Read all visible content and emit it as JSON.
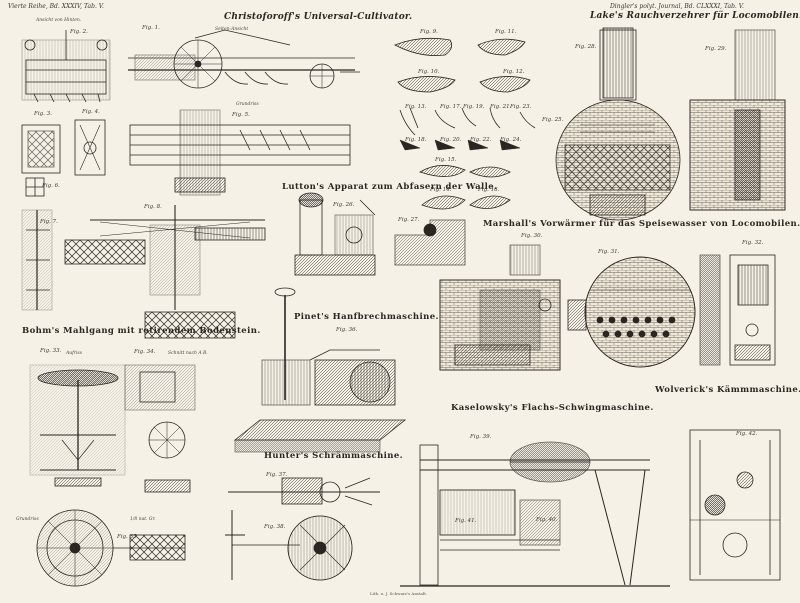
{
  "header": {
    "left": "Vierte Reihe, Bd. XXXIV, Tab. V.",
    "right": "Dingler's polyt. Journal, Bd. CLXXXI, Tab. V."
  },
  "captions": {
    "christoforoff": "Christoforoff's Universal-Cultivator.",
    "lake": "Lake's Rauchverzehrer für Locomobilen.",
    "lutton": "Lutton's Apparat zum Abfasern der Walle.",
    "marshall": "Marshall's Vorwärmer für das Speisewasser von Locomobilen.",
    "bohm": "Bohm's Mahlgang mit rotirendem Bodenstein.",
    "pinet": "Pinet's Hanfbrechmaschine.",
    "wolverick": "Wolverick's Kämmmaschine.",
    "kaselowsky": "Kaselowsky's Flachs-Schwingmaschine.",
    "hunter": "Hunter's Schrämmaschine."
  },
  "notes": {
    "ansicht": "Ansicht von Hinten.",
    "seiten": "Seiten-Ansicht",
    "grundriss_top": "Grundriss",
    "aufriss": "Aufriss",
    "schnitt": "Schnitt nach A B.",
    "grundriss_bottom": "Grundriss",
    "scale": "1/8 nat. Gr."
  },
  "figures": {
    "f1": "Fig. 1.",
    "f2": "Fig. 2.",
    "f3": "Fig. 3.",
    "f4": "Fig. 4.",
    "f5": "Fig. 5.",
    "f6": "Fig. 6.",
    "f7": "Fig. 7.",
    "f8": "Fig. 8.",
    "f9": "Fig. 9.",
    "f10": "Fig. 10.",
    "f11": "Fig. 11.",
    "f12": "Fig. 12.",
    "f13": "Fig. 13.",
    "f14": "Fig. 14.",
    "f15": "Fig. 15.",
    "f16": "Fig. 16.",
    "f17": "Fig. 17.",
    "f18": "Fig. 18.",
    "f19": "Fig. 19.",
    "f20": "Fig. 20.",
    "f21": "Fig. 21.",
    "f22": "Fig. 22.",
    "f23": "Fig. 23.",
    "f24": "Fig. 24.",
    "f25": "Fig. 25.",
    "f26": "Fig. 26.",
    "f27": "Fig. 27.",
    "f28": "Fig. 28.",
    "f29": "Fig. 29.",
    "f30": "Fig. 30.",
    "f31": "Fig. 31.",
    "f32": "Fig. 32.",
    "f33": "Fig. 33.",
    "f34": "Fig. 34.",
    "f35": "Fig. 35.",
    "f36": "Fig. 36.",
    "f37": "Fig. 37.",
    "f38": "Fig. 38.",
    "f39": "Fig. 39.",
    "f40": "Fig. 40.",
    "f41": "Fig. 41.",
    "f42": "Fig. 42."
  },
  "footer": "Lith. u. J. Schwarz's Anstalt.",
  "colors": {
    "paper": "#f5f1e6",
    "ink": "#2b2622"
  }
}
